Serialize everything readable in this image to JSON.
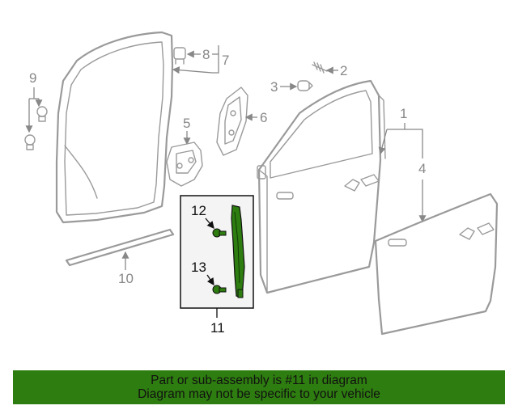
{
  "callouts": {
    "c1": "1",
    "c2": "2",
    "c3": "3",
    "c4": "4",
    "c5": "5",
    "c6": "6",
    "c7": "7",
    "c8": "8",
    "c9": "9",
    "c10": "10",
    "c11": "11",
    "c12": "12",
    "c13": "13"
  },
  "banner": {
    "line1": "Part or sub-assembly is #11 in diagram",
    "line2": "Diagram may not be specific to your vehicle"
  },
  "colors": {
    "highlight_part": "#2e7d10",
    "banner_bg": "#2e7d10",
    "line_art": "#9a9a9a",
    "callout_box_bg": "#f4f4f4"
  }
}
